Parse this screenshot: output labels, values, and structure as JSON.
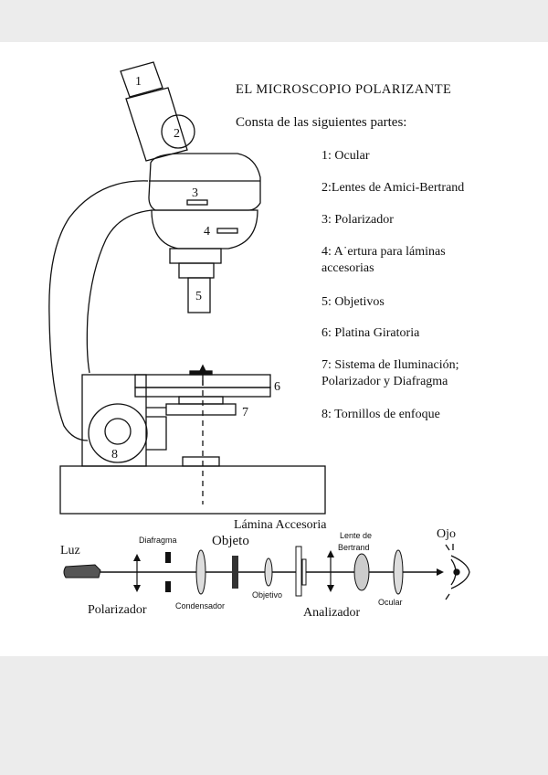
{
  "title": "EL MICROSCOPIO POLARIZANTE",
  "subtitle": "Consta de las siguientes partes:",
  "parts": [
    {
      "text": "1: Ocular"
    },
    {
      "text": "2:Lentes de Amici-Bertrand"
    },
    {
      "text": "3: Polarizador"
    },
    {
      "text": "4: A˙ertura para láminas\naccesorias"
    },
    {
      "text": "5: Objetivos"
    },
    {
      "text": "6: Platina Giratoria"
    },
    {
      "text": "7: Sistema de Iluminación;\nPolarizador y Diafragma"
    },
    {
      "text": "8: Tornillos de enfoque"
    }
  ],
  "callout_numbers": [
    "1",
    "2",
    "3",
    "4",
    "5",
    "6",
    "7",
    "8"
  ],
  "optical_path": {
    "luz": "Luz",
    "diafragma": "Diafragma",
    "objeto": "Objeto",
    "lamina": "Lámina Accesoria",
    "lente_bertrand": "Lente de\nBertrand",
    "ojo": "Ojo",
    "polarizador": "Polarizador",
    "condensador": "Condensador",
    "objetivo": "Objetivo",
    "analizador": "Analizador",
    "ocular": "Ocular"
  }
}
